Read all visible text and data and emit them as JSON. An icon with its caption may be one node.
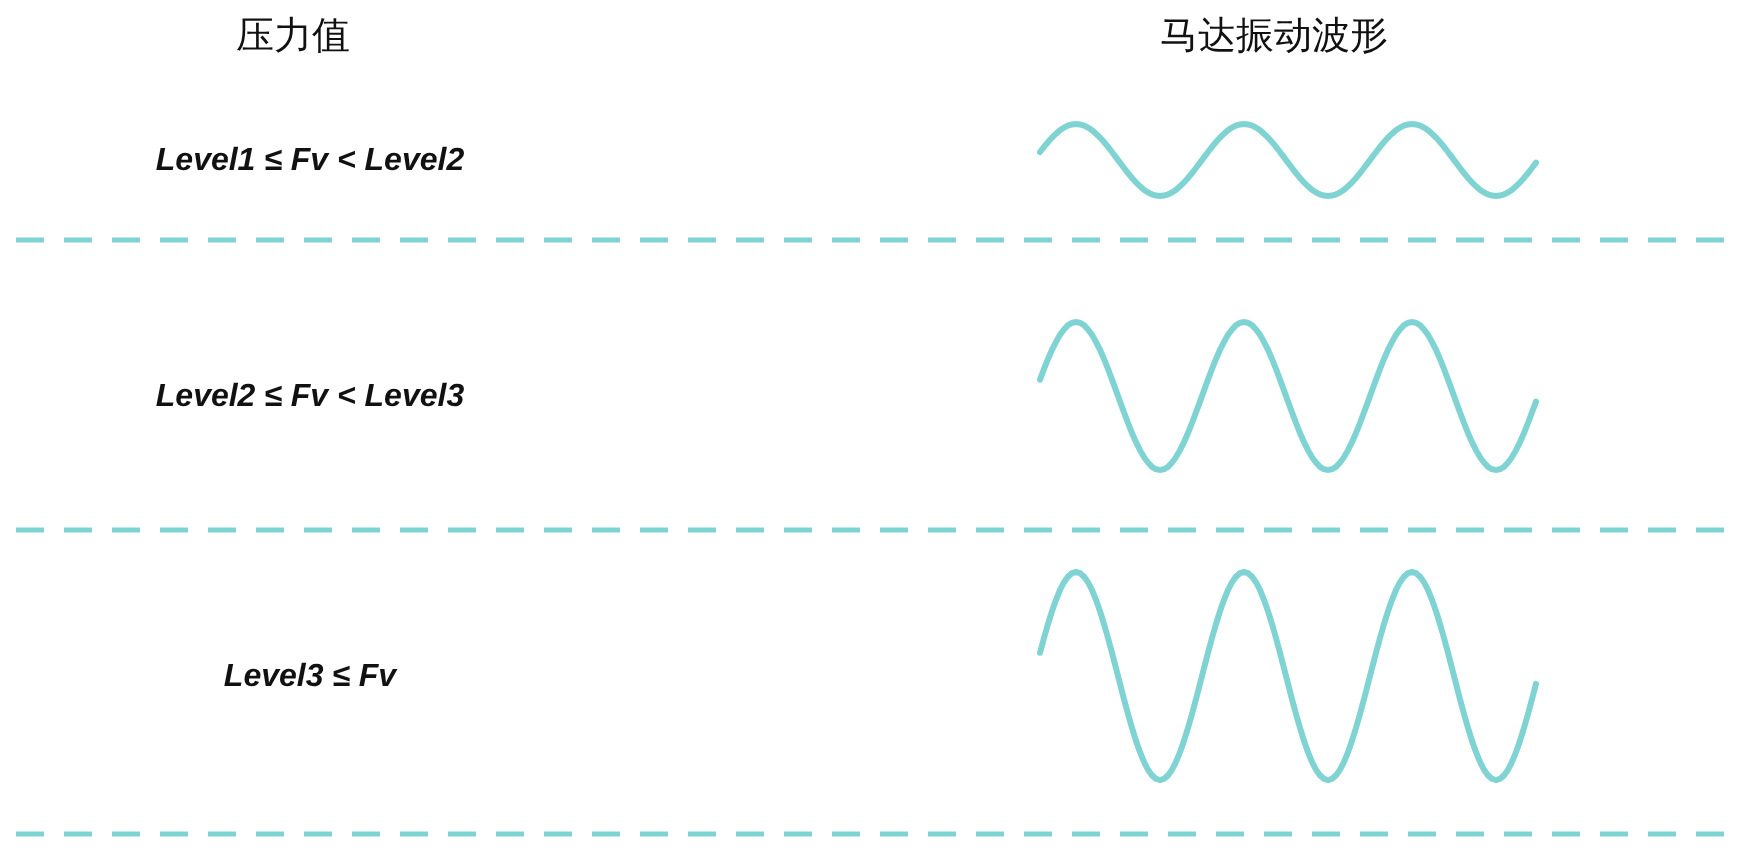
{
  "diagram": {
    "labels": [
      "压力值",
      "马达振动波形",
      "Level1 ≤ Fv < Level2",
      "Level2 ≤ Fv < Level3",
      "Level3 ≤ Fv"
    ]
  }
}
